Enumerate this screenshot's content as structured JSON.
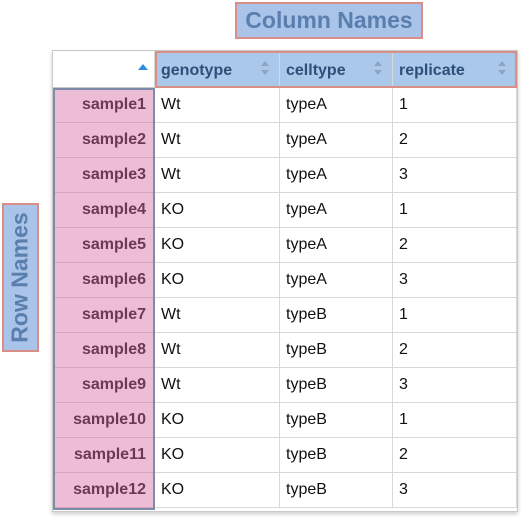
{
  "annotations": {
    "column_names": "Column Names",
    "row_names": "Row Names"
  },
  "table": {
    "columns": [
      "genotype",
      "celltype",
      "replicate"
    ],
    "rows": [
      {
        "name": "sample1",
        "values": [
          "Wt",
          "typeA",
          "1"
        ]
      },
      {
        "name": "sample2",
        "values": [
          "Wt",
          "typeA",
          "2"
        ]
      },
      {
        "name": "sample3",
        "values": [
          "Wt",
          "typeA",
          "3"
        ]
      },
      {
        "name": "sample4",
        "values": [
          "KO",
          "typeA",
          "1"
        ]
      },
      {
        "name": "sample5",
        "values": [
          "KO",
          "typeA",
          "2"
        ]
      },
      {
        "name": "sample6",
        "values": [
          "KO",
          "typeA",
          "3"
        ]
      },
      {
        "name": "sample7",
        "values": [
          "Wt",
          "typeB",
          "1"
        ]
      },
      {
        "name": "sample8",
        "values": [
          "Wt",
          "typeB",
          "2"
        ]
      },
      {
        "name": "sample9",
        "values": [
          "Wt",
          "typeB",
          "3"
        ]
      },
      {
        "name": "sample10",
        "values": [
          "KO",
          "typeB",
          "1"
        ]
      },
      {
        "name": "sample11",
        "values": [
          "KO",
          "typeB",
          "2"
        ]
      },
      {
        "name": "sample12",
        "values": [
          "KO",
          "typeB",
          "3"
        ]
      }
    ]
  },
  "colors": {
    "header_bg": "#aac8ea",
    "row_name_bg": "#edbdd6",
    "annotation_bg": "#a9c4e8",
    "annotation_border": "#d98e86"
  },
  "icons": {
    "corner_sort": "sort-ascending-icon",
    "column_sort": "sort-both-icon"
  }
}
